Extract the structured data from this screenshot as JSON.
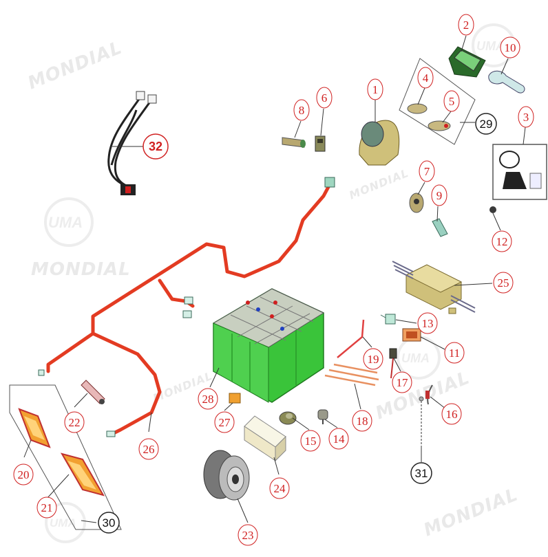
{
  "watermark": {
    "brand": "UMA",
    "text": "MONDIAL"
  },
  "colors": {
    "callout_red": "#d02020",
    "wire_red": "#e33b22",
    "battery_green": "#3ac43a",
    "part_khaki": "#cfc07a"
  },
  "callouts": {
    "c1": "1",
    "c2": "2",
    "c3": "3",
    "c4": "4",
    "c5": "5",
    "c6": "6",
    "c7": "7",
    "c8": "8",
    "c9": "9",
    "c10": "10",
    "c11": "11",
    "c12": "12",
    "c13": "13",
    "c14": "14",
    "c15": "15",
    "c16": "16",
    "c17": "17",
    "c18": "18",
    "c19": "19",
    "c20": "20",
    "c21": "21",
    "c22": "22",
    "c23": "23",
    "c24": "24",
    "c25": "25",
    "c26": "26",
    "c27": "27",
    "c28": "28",
    "c29": "29",
    "c30": "30",
    "c31": "31",
    "c32": "32"
  }
}
